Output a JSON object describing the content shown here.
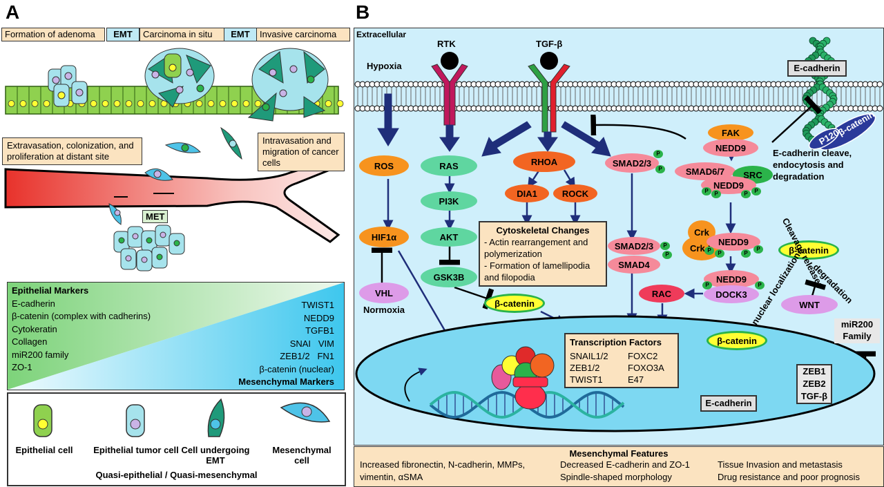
{
  "panel_a": {
    "letter": "A",
    "stages": [
      "Formation of adenoma",
      "EMT",
      "Carcinoma in situ",
      "EMT",
      "Invasive carcinoma"
    ],
    "extravasation": "Extravasation, colonization, and proliferation at distant site",
    "intravasation": "Intravasation and migration of cancer cells",
    "met": "MET",
    "epithelial_markers_title": "Epithelial Markers",
    "epithelial_markers": [
      "E-cadherin",
      "β-catenin (complex with cadherins)",
      "Cytokeratin",
      "Collagen",
      "miR200 family",
      "ZO-1"
    ],
    "mesenchymal_markers_title": "Mesenchymal Markers",
    "mesenchymal_markers": [
      "TWIST1",
      "NEDD9",
      "TGFB1",
      "SNAI   VIM",
      "ZEB1/2   FN1",
      "β-catenin (nuclear)"
    ],
    "legend": {
      "epithelial_cell": "Epithelial cell",
      "tumor_cell": "Epithelial tumor cell",
      "emt_cell": "Cell undergoing EMT",
      "mesenchymal_cell": "Mesenchymal cell",
      "caption": "Quasi-epithelial / Quasi-mesenchymal"
    }
  },
  "panel_b": {
    "letter": "B",
    "extracellular": "Extracellular",
    "rtk": "RTK",
    "tgfb": "TGF-β",
    "hypoxia": "Hypoxia",
    "ecadherin_top": "E-cadherin",
    "p120": "P120",
    "bcatenin_membrane": "β-catenin",
    "ecad_cleave": "E-cadherin cleave, endocytosis and degradation",
    "ros": "ROS",
    "hif": "HIF1α",
    "vhl": "VHL",
    "normoxia": "Normoxia",
    "ras": "RAS",
    "pi3k": "PI3K",
    "akt": "AKT",
    "gsk3b": "GSK3B",
    "rhoa": "RHOA",
    "dia1": "DIA1",
    "rock": "ROCK",
    "cytoskeletal_title": "Cytoskeletal Changes",
    "cytoskeletal_lines": [
      "- Actin rearrangement and",
      "polymerization",
      "- Formation of lamellipodia",
      "and filopodia"
    ],
    "smad23": "SMAD2/3",
    "smad23b": "SMAD2/3",
    "smad4": "SMAD4",
    "smad67": "SMAD6/7",
    "fak": "FAK",
    "nedd9_a": "NEDD9",
    "src": "SRC",
    "nedd9_b": "NEDD9",
    "crk": "Crk",
    "crkl": "Crk-L",
    "nedd9_c": "NEDD9",
    "nedd9_d": "NEDD9",
    "dock3": "DOCK3",
    "rac": "RAC",
    "bcatenin_cyto": "β-catenin",
    "bcatenin_nuc": "β-catenin",
    "bcatenin_right": "β-catenin",
    "cleavage": "Cleavage releases",
    "nuclear_loc": "nuclear localization",
    "degradation": "degradation",
    "wnt": "WNT",
    "mir200": "miR200 Family",
    "tf_title": "Transcription Factors",
    "tf_left": [
      "SNAIL1/2",
      "ZEB1/2",
      "TWIST1"
    ],
    "tf_right": [
      "FOXC2",
      "FOXO3A",
      "E47"
    ],
    "zeb_box": [
      "ZEB1",
      "ZEB2",
      "TGF-β"
    ],
    "ecadherin_bottom": "E-cadherin",
    "p_label": "P"
  },
  "features": {
    "title": "Mesenchymal Features",
    "col1": [
      "Increased fibronectin,  N-cadherin, MMPs,",
      "vimentin, αSMA"
    ],
    "col2": [
      "Decreased E-cadherin and ZO-1",
      "Spindle-shaped morphology"
    ],
    "col3": [
      "Tissue Invasion and  metastasis",
      "Drug resistance and poor prognosis"
    ]
  },
  "colors": {
    "epithelial": "#8fd14f",
    "tumor": "#a6e3ec",
    "mesenchymal": "#4ec3e8",
    "emt_green": "#1f9a7a",
    "panel_b_bg": "#cfeffb",
    "arrow": "#1f2e7a",
    "tan": "#fbe3c0"
  }
}
